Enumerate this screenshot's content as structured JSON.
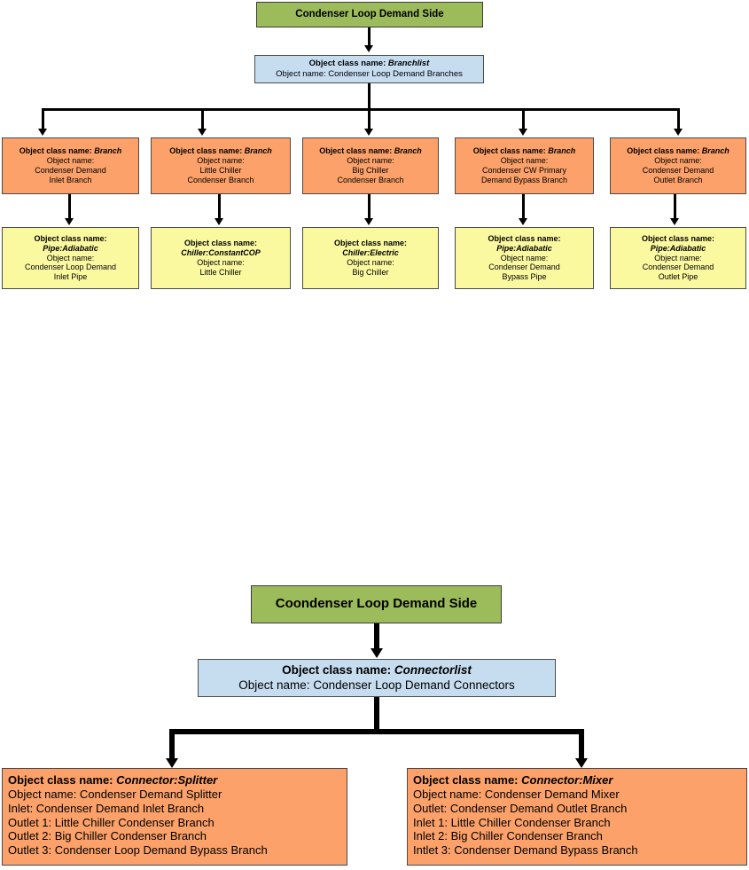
{
  "diagrams": [
    {
      "id": "branch-diagram",
      "root": {
        "label": "Condenser Loop Demand Side"
      },
      "list_node": {
        "class_label": "Object class name:",
        "class_value": "Branchlist",
        "name_label": "Object name:",
        "name_value": "Condenser Loop Demand Branches"
      },
      "branches": [
        {
          "class_label": "Object class name:",
          "class_value": "Branch",
          "name_label": "Object name:",
          "name_line1": "Condenser Demand",
          "name_line2": "Inlet Branch"
        },
        {
          "class_label": "Object class name:",
          "class_value": "Branch",
          "name_label": "Object name:",
          "name_line1": "Little Chiller",
          "name_line2": "Condenser Branch"
        },
        {
          "class_label": "Object class name:",
          "class_value": "Branch",
          "name_label": "Object name:",
          "name_line1": "Big Chiller",
          "name_line2": "Condenser Branch"
        },
        {
          "class_label": "Object class name:",
          "class_value": "Branch",
          "name_label": "Object name:",
          "name_line1": "Condenser CW Primary",
          "name_line2": "Demand Bypass Branch"
        },
        {
          "class_label": "Object class name:",
          "class_value": "Branch",
          "name_label": "Object name:",
          "name_line1": "Condenser Demand",
          "name_line2": "Outlet Branch"
        }
      ],
      "components": [
        {
          "class_label": "Object class name:",
          "class_value": "Pipe:Adiabatic",
          "name_label": "Object name:",
          "name_line1": "Condenser Loop Demand",
          "name_line2": "Inlet Pipe"
        },
        {
          "class_label": "Object class name:",
          "class_value": "Chiller:ConstantCOP",
          "name_label": "Object name:",
          "name_line1": "Little Chiller",
          "name_line2": ""
        },
        {
          "class_label": "Object class name:",
          "class_value": "Chiller:Electric",
          "name_label": "Object name:",
          "name_line1": "Big Chiller",
          "name_line2": ""
        },
        {
          "class_label": "Object class name:",
          "class_value": "Pipe:Adiabatic",
          "name_label": "Object name:",
          "name_line1": "Condenser Demand",
          "name_line2": "Bypass Pipe"
        },
        {
          "class_label": "Object class name:",
          "class_value": "Pipe:Adiabatic",
          "name_label": "Object name:",
          "name_line1": "Condenser Demand",
          "name_line2": "Outlet Pipe"
        }
      ]
    },
    {
      "id": "connector-diagram",
      "root": {
        "label": "Coondenser Loop Demand Side"
      },
      "list_node": {
        "class_label": "Object class name:",
        "class_value": "Connectorlist",
        "name_label": "Object name:",
        "name_value": "Condenser Loop Demand Connectors"
      },
      "connectors": [
        {
          "class_label": "Object class name:",
          "class_value": "Connector:Splitter",
          "lines": [
            "Object name: Condenser Demand Splitter",
            "Inlet: Condenser Demand Inlet Branch",
            "Outlet 1: Little Chiller Condenser Branch",
            "Outlet 2: Big Chiller Condenser Branch",
            "Outlet 3: Condenser Loop Demand Bypass Branch"
          ]
        },
        {
          "class_label": "Object class name:",
          "class_value": "Connector:Mixer",
          "lines": [
            "Object name: Condenser Demand Mixer",
            "Outlet: Condenser Demand Outlet Branch",
            "Inlet 1: Little Chiller Condenser Branch",
            "Inlet 2: Big Chiller Condenser Branch",
            "Intlet 3: Condenser Demand Bypass Branch"
          ]
        }
      ]
    }
  ],
  "colors": {
    "green": "#9cbb5b",
    "blue": "#c6dcef",
    "orange": "#fba169",
    "yellow": "#fbf9a0",
    "line": "#000000"
  }
}
